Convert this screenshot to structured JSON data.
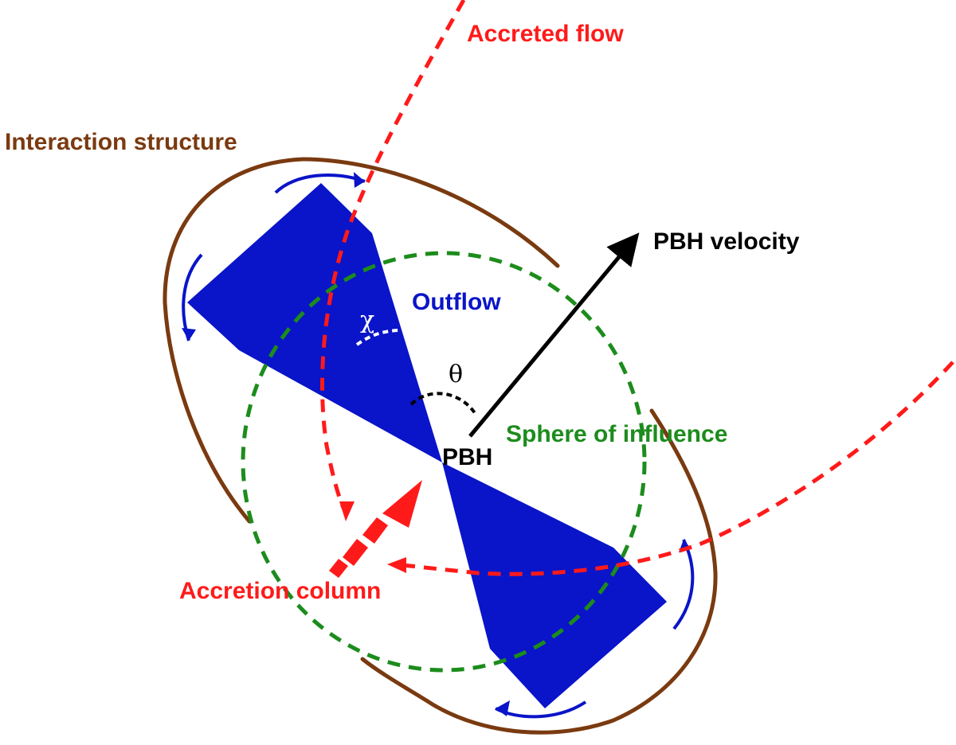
{
  "labels": {
    "accreted_flow": "Accreted flow",
    "interaction_structure": "Interaction structure",
    "pbh_velocity": "PBH velocity",
    "outflow": "Outflow",
    "chi": "χ",
    "theta": "θ",
    "sphere_of_influence": "Sphere of influence",
    "pbh": "PBH",
    "accretion_column": "Accretion column"
  },
  "colors": {
    "accreted_flow": "#ff1a1a",
    "interaction_structure": "#7a3a10",
    "outflow": "#0a14c8",
    "sphere_of_influence": "#1c8c1c",
    "velocity": "#000000",
    "angle_chi": "#ffffff",
    "angle_theta": "#000000"
  }
}
